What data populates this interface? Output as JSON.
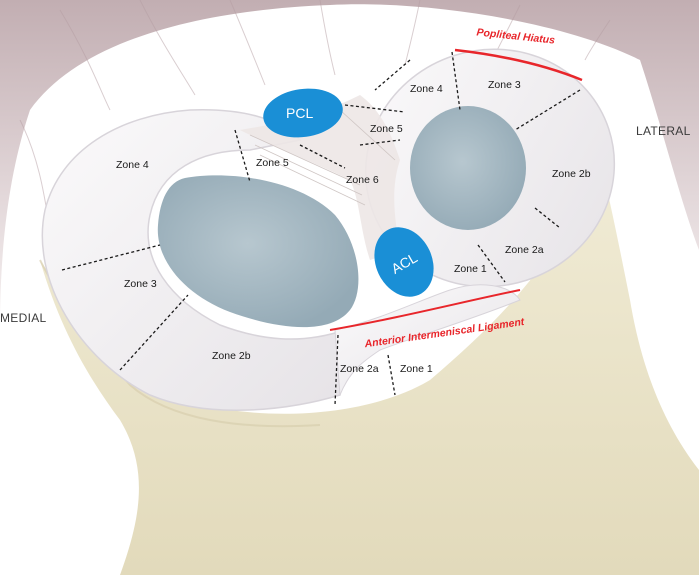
{
  "sides": {
    "lateral": "LATERAL",
    "medial": "MEDIAL"
  },
  "ligaments": {
    "pcl": "PCL",
    "acl": "ACL"
  },
  "landmarks": {
    "popliteal_hiatus": "Popliteal Hiatus",
    "anterior_intermeniscal": "Anterior Intermeniscal Ligament"
  },
  "lateral_zones": {
    "zone4": "Zone 4",
    "zone3": "Zone 3",
    "zone5": "Zone 5",
    "zone6": "Zone 6",
    "zone2b": "Zone 2b",
    "zone2a": "Zone 2a",
    "zone1": "Zone 1"
  },
  "medial_zones": {
    "zone4": "Zone 4",
    "zone5": "Zone 5",
    "zone3": "Zone 3",
    "zone2b": "Zone 2b",
    "zone2a": "Zone 2a",
    "zone1": "Zone 1"
  },
  "colors": {
    "meniscus": "#f2f0f2",
    "cartilage": "#a9bcc6",
    "bone": "#ece7cf",
    "ligament_badge": "#1a8fd6",
    "highlight": "#e8262b"
  }
}
